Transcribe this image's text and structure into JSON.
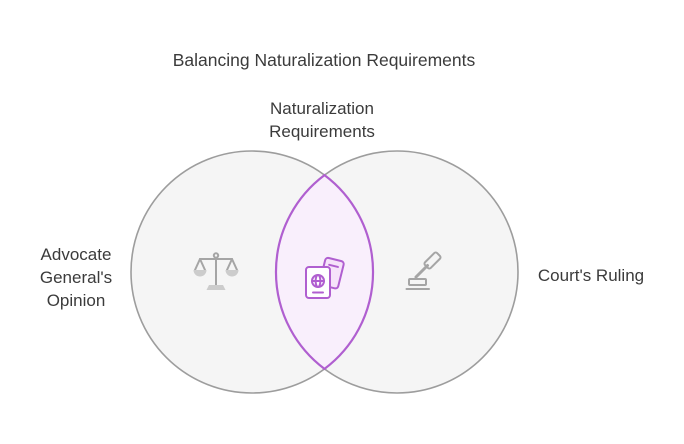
{
  "title": "Balancing Naturalization Requirements",
  "diagram": {
    "type": "venn",
    "intersection": {
      "lines": [
        "Naturalization",
        "Requirements"
      ],
      "icon": "passport-documents-icon"
    },
    "left_circle": {
      "label_lines": [
        "Advocate",
        "General's",
        "Opinion"
      ],
      "icon": "balance-scale-icon"
    },
    "right_circle": {
      "label": "Court's Ruling",
      "icon": "gavel-icon"
    }
  },
  "colors": {
    "accent_purple": "#b05fd0",
    "lens_fill": "#f9effc",
    "circle_stroke": "#9d9d9d",
    "circle_fill": "#f5f5f5",
    "icon_gray": "#a5a5a5",
    "icon_gray_fill": "#cccccc",
    "text": "#3b3b3b",
    "background": "#ffffff"
  }
}
